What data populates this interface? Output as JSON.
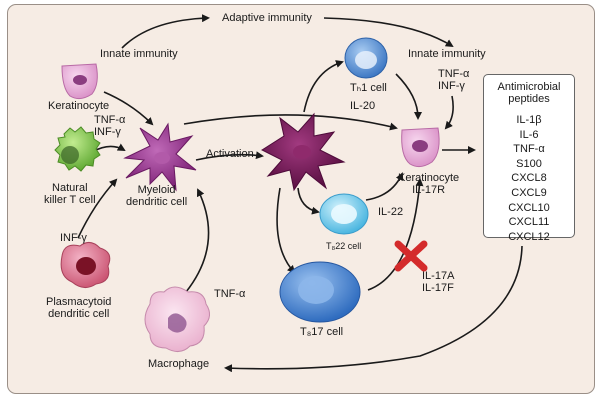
{
  "labels": {
    "adaptive_immunity": "Adaptive immunity",
    "innate_immunity_left": "Innate immunity",
    "innate_immunity_right": "Innate immunity",
    "keratinocyte_left": "Keratinocyte",
    "tnf_ifn_left": "TNF-α\nINF-γ",
    "natural_killer": "Natural\nkiller T cell",
    "myeloid_dc": "Myeloid\ndendritic cell",
    "activation": "Activation",
    "inf_gamma": "INF-γ",
    "plasmacytoid_dc": "Plasmacytoid\ndendritic cell",
    "tnf_alpha_macrophage": "TNF-α",
    "macrophage": "Macrophage",
    "th1_cell": "Tₕ1 cell",
    "il20": "IL-20",
    "tnf_inf_right": "TNF-α\nINF-γ",
    "keratinocyte_right": "Keratinocyte\nIL-17R",
    "il22": "IL-22",
    "th22_cell": "T₈22 cell",
    "il17": "IL-17A\nIL-17F",
    "th17_cell": "T₈17 cell"
  },
  "peptides_box": {
    "title": "Antimicrobial\npeptides",
    "items": [
      "IL-1β",
      "IL-6",
      "TNF-α",
      "S100",
      "CXCL8",
      "CXCL9",
      "CXCL10",
      "CXCL11",
      "CXCL12"
    ]
  },
  "colors": {
    "panel": "#f6ece4",
    "keratinocyte": "#e6a8d8",
    "keratinocyte_nucleus": "#8a3d80",
    "nk_cell": "#7fc64a",
    "myeloid_dc": "#8e2f86",
    "activated_dc": "#6e1650",
    "plasmacytoid": "#d86a86",
    "macrophage": "#f0c7dc",
    "th1": "#5b95d8",
    "th22": "#6fcbea",
    "th17": "#3e7fcf",
    "block_x": "#d42b2b"
  }
}
